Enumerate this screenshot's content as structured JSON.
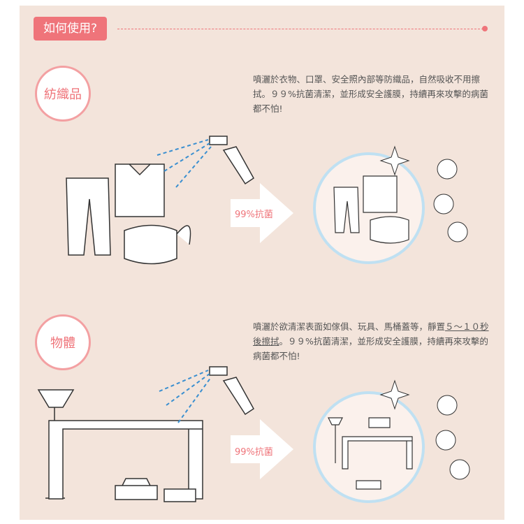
{
  "header": {
    "title": "如何使用?"
  },
  "sections": [
    {
      "badge": "紡織品",
      "description": "噴灑於衣物、口罩、安全照內部等防織品，自然吸收不用擦拭。９９%抗菌清潔，並形成安全護膜，持續再來攻擊的病菌都不怕!",
      "arrow_label": "99%抗菌"
    },
    {
      "badge": "物體",
      "description_pre": "噴灑於欲清潔表面如傢俱、玩具、馬桶蓋等，靜置",
      "description_underlined": "５～１０秒後擦拭",
      "description_post": "。９９%抗菌清潔，並形成安全護膜，持續再來攻擊的病菌都不怕!",
      "arrow_label": "99%抗菌"
    }
  ],
  "colors": {
    "accent": "#ef747a",
    "background": "#f3e4db",
    "spray": "#3a8fd0"
  }
}
